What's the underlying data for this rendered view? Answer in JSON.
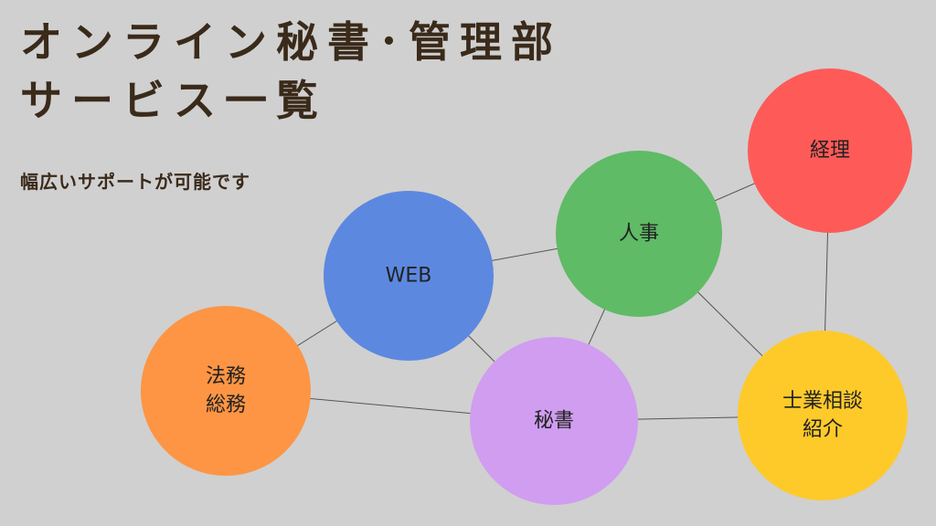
{
  "title": {
    "line1": "オンライン秘書･管理部",
    "line2": "サービス一覧"
  },
  "subtitle": "幅広いサポートが可能です",
  "nodes": [
    {
      "id": "legal",
      "lines": [
        "法務",
        "総務"
      ],
      "color": "#fd9544"
    },
    {
      "id": "web",
      "lines": [
        "WEB"
      ],
      "color": "#5c88e0"
    },
    {
      "id": "hr",
      "lines": [
        "人事"
      ],
      "color": "#5fbb65"
    },
    {
      "id": "accounting",
      "lines": [
        "経理"
      ],
      "color": "#fe5a58"
    },
    {
      "id": "secretary",
      "lines": [
        "秘書"
      ],
      "color": "#d09df0"
    },
    {
      "id": "consult",
      "lines": [
        "士業相談",
        "紹介"
      ],
      "color": "#fdca2a"
    }
  ],
  "edges": [
    [
      "legal",
      "web"
    ],
    [
      "legal",
      "secretary"
    ],
    [
      "web",
      "hr"
    ],
    [
      "web",
      "secretary"
    ],
    [
      "hr",
      "accounting"
    ],
    [
      "hr",
      "secretary"
    ],
    [
      "hr",
      "consult"
    ],
    [
      "accounting",
      "consult"
    ],
    [
      "secretary",
      "consult"
    ]
  ]
}
